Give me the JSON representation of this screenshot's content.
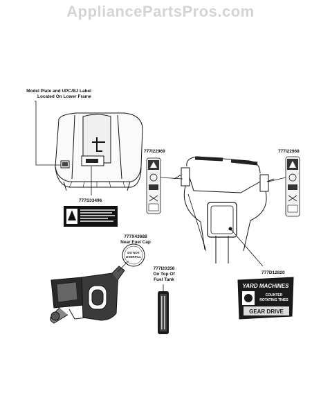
{
  "watermark": "AppliancePartsPros.com",
  "callouts": {
    "model_plate_line1": "Model Plate and UPC/BJ Label",
    "model_plate_line2": "Located On Lower Frame",
    "part_777S33496": "777S33496",
    "part_777I22969": "777I22969",
    "part_777I22968": "777I22968",
    "part_777X43688": "777X43688",
    "near_fuel_cap": "Near Fuel Cap",
    "part_777I20358": "777I20358",
    "on_top_of": "On Top Of",
    "fuel_tank": "Fuel Tank",
    "part_777D12820": "777D12820"
  },
  "decals": {
    "brand_name": "YARD MACHINES",
    "counter_rotating_line1": "COUNTER",
    "counter_rotating_line2": "ROTATING TINES",
    "gear_drive": "GEAR DRIVE",
    "fuel_warning_line1": "DO NOT",
    "fuel_warning_line2": "OVERFILL"
  },
  "colors": {
    "line": "#111111",
    "decal_dark": "#1a1a1a",
    "watermark": "#d4d4d4"
  }
}
